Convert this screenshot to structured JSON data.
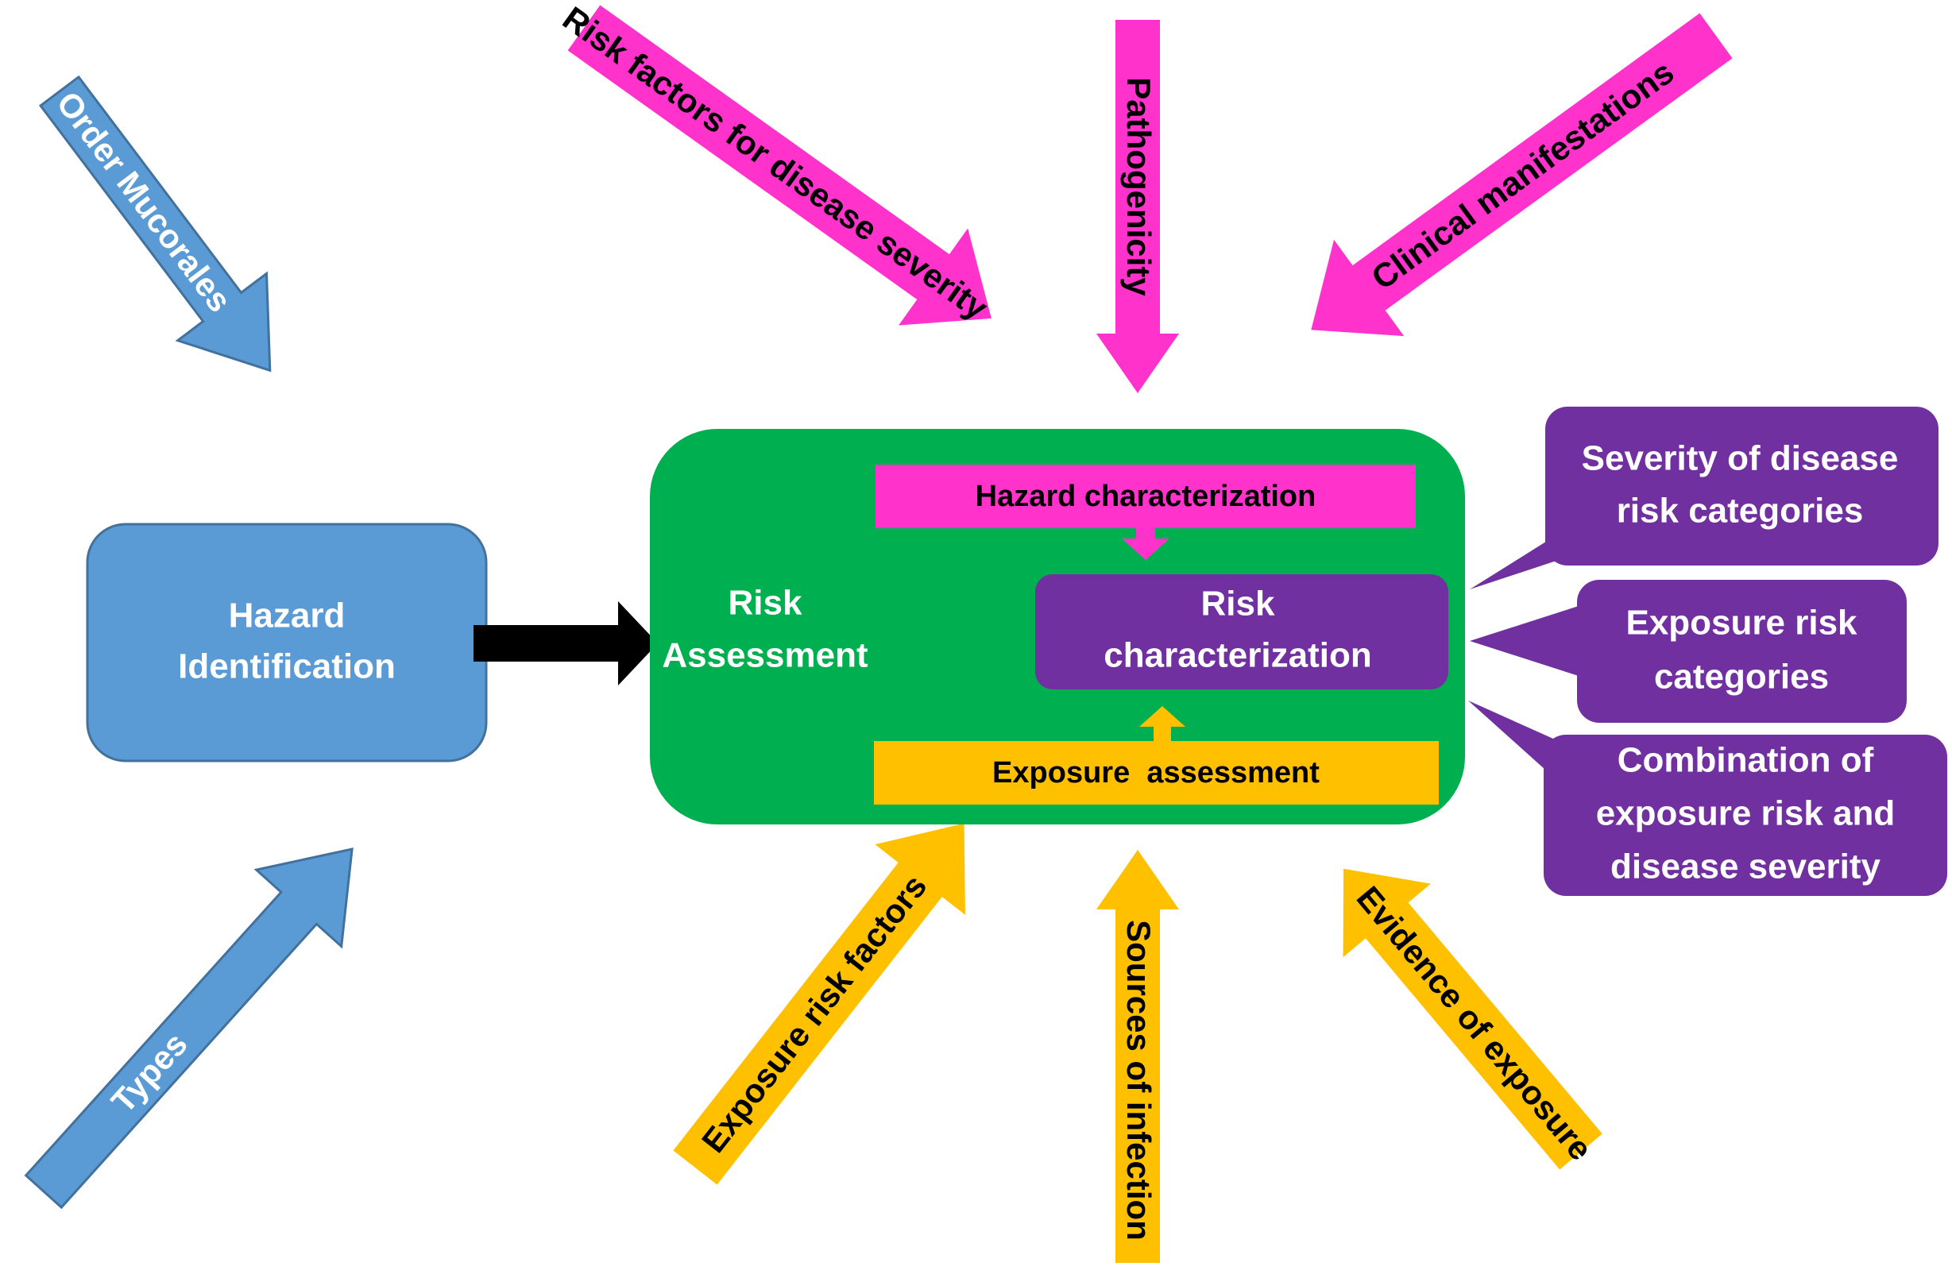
{
  "colors": {
    "blue": "#5b9bd5",
    "blue_dark": "#41719c",
    "magenta": "#ff33cc",
    "green": "#00b050",
    "purple": "#7030a0",
    "gold": "#ffc000",
    "black": "#000000",
    "white": "#ffffff"
  },
  "boxes": {
    "hazard_identification": {
      "line1": "Hazard",
      "line2": "Identification"
    },
    "risk_assessment": {
      "line1": "Risk",
      "line2": "Assessment"
    },
    "hazard_characterization": "Hazard characterization",
    "risk_characterization": {
      "line1": "Risk",
      "line2": "characterization"
    },
    "exposure_assessment": "Exposure  assessment",
    "severity_categories": {
      "line1": "Severity of disease",
      "line2": "risk categories"
    },
    "exposure_categories": {
      "line1": "Exposure risk",
      "line2": "categories"
    },
    "combination": {
      "line1": "Combination of",
      "line2": "exposure risk and",
      "line3": "disease severity"
    }
  },
  "arrows": {
    "order_mucorales": "Order Mucorales",
    "types": "Types",
    "risk_factors_severity": "Risk factors for disease severity",
    "pathogenicity": "Pathogenicity",
    "clinical_manifestations": "Clinical manifestations",
    "exposure_risk_factors": "Exposure risk factors",
    "sources_of_infection": "Sources of infection",
    "evidence_of_exposure": "Evidence of exposure"
  }
}
